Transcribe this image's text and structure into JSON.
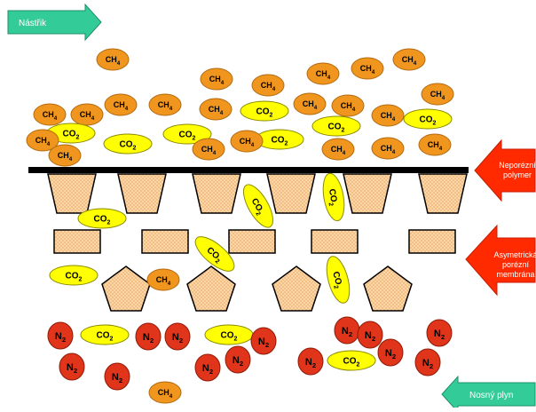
{
  "arrows": {
    "feed": "Nástřik",
    "carrier": "Nosný plyn",
    "nonporous": [
      "Neporézní",
      "polymer"
    ],
    "asymmetric": [
      "Asymetrická",
      "porézní",
      "membrána"
    ]
  },
  "molecules": {
    "ch4": {
      "main": "CH",
      "sub": "4"
    },
    "co2": {
      "main": "CO",
      "sub": "2"
    },
    "n2": {
      "main": "N",
      "sub": "2"
    }
  },
  "colors": {
    "ch4": "#f0961e",
    "co2": "#ffff00",
    "n2": "#e0351a",
    "arrow_green": "#33cc99",
    "arrow_red": "#ff2a00",
    "pore_fill": "#fbd7a8"
  }
}
